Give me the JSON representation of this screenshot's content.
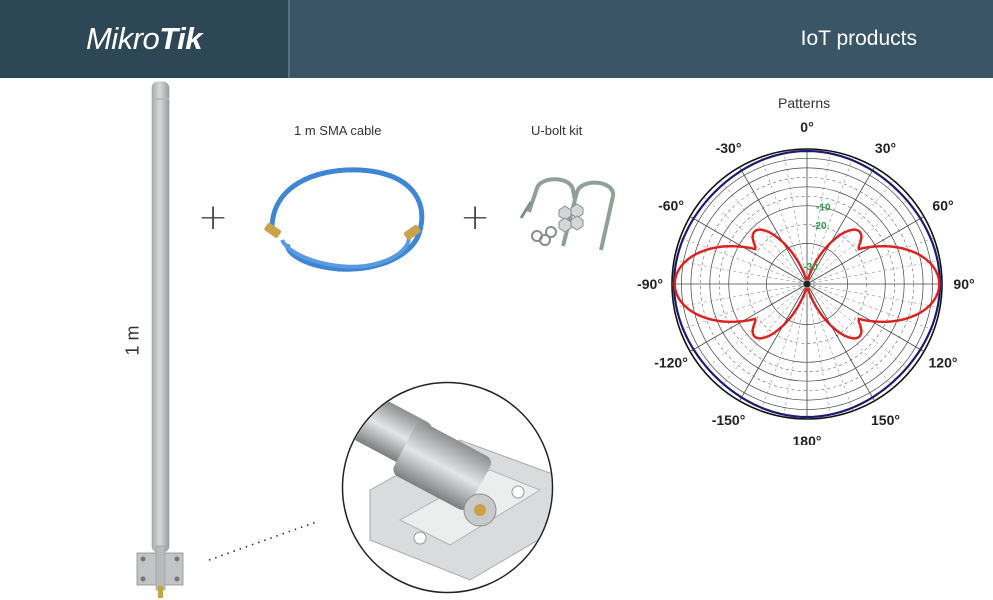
{
  "header": {
    "logo_light": "Mikro",
    "logo_bold": "Tik",
    "title": "IoT products"
  },
  "items": {
    "length_label": "1 m",
    "cable_label": "1 m SMA cable",
    "ubolt_label": "U-bolt kit",
    "plus_1": "+",
    "plus_2": "+"
  },
  "patterns": {
    "title": "Patterns",
    "angle_labels": [
      "0°",
      "30°",
      "60°",
      "90°",
      "120°",
      "150°",
      "180°",
      "-150°",
      "-120°",
      "-90°",
      "-60°",
      "-30°"
    ],
    "ring_labels": [
      "-10",
      "-20",
      "-30"
    ],
    "colors": {
      "horizontal": "#1c1c6e",
      "vertical": "#dd1f1f",
      "ring_label": "#2e9e4a"
    }
  }
}
